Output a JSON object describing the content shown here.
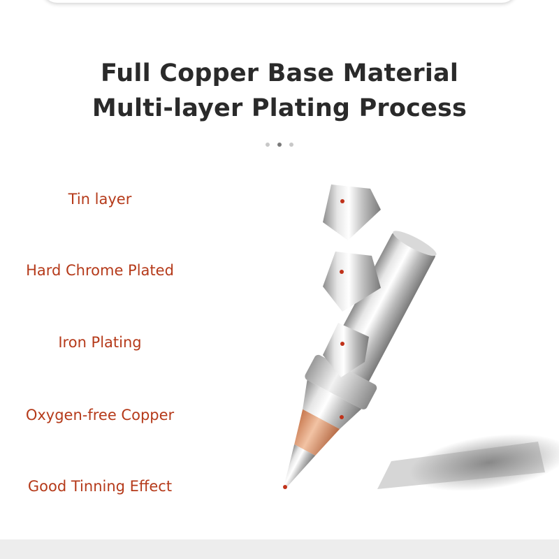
{
  "headline": {
    "line1": "Full Copper Base Material",
    "line2": "Multi-layer Plating Process"
  },
  "carousel": {
    "dot_count": 3,
    "active_index": 1
  },
  "layers": [
    {
      "label": "Tin layer"
    },
    {
      "label": "Hard Chrome Plated"
    },
    {
      "label": "Iron Plating"
    },
    {
      "label": "Oxygen-free Copper"
    },
    {
      "label": "Good Tinning Effect"
    }
  ],
  "colors": {
    "label_text": "#b53a1a",
    "marker_dot": "#c0321a",
    "copper_band": "#e0a07a",
    "headline_text": "#2a2a2a"
  }
}
